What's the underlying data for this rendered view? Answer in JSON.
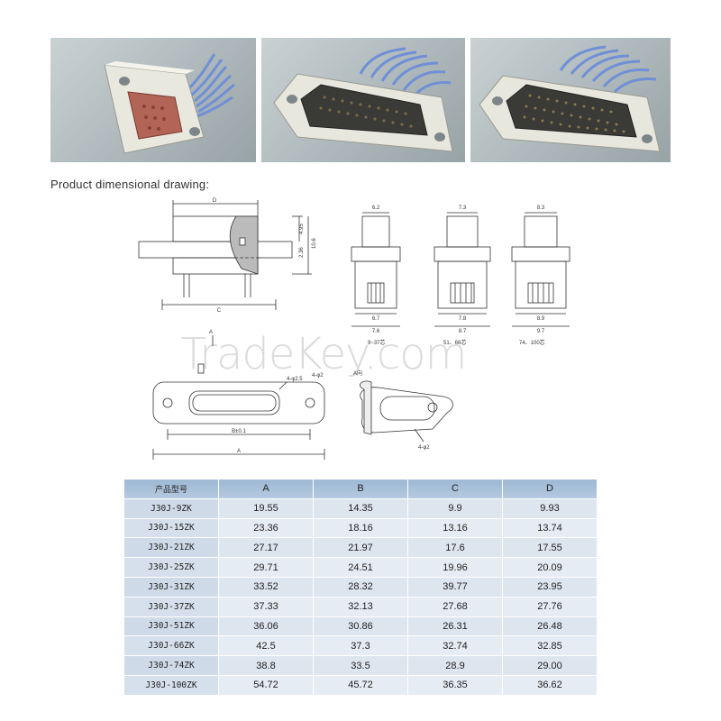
{
  "section_heading": "Product dimensional drawing:",
  "watermark": "TradeKey.com",
  "drawing_labels": {
    "top_d": "D",
    "dim_a_top": "4.95",
    "dim_a_height": "10.6",
    "dim_a_low": "2.36",
    "top_c": "C",
    "v1_top": "6.2",
    "v1_mid": "6.7",
    "v1_bot": "7.6",
    "v2_top": "7.3",
    "v2_mid": "7.8",
    "v2_bot": "8.7",
    "v3_top": "8.3",
    "v3_mid": "8.9",
    "v3_bot": "9.7",
    "note_1": "9~37芯",
    "note_2": "51、66芯",
    "note_3": "74、100芯",
    "view_a": "A",
    "view_a_dir": "A向",
    "hole_note_1": "4-φ2.5",
    "hole_note_2": "4-φ2",
    "hole_note_3": "4-φ2",
    "dim_b": "B±0.1",
    "dim_a_bottom": "A"
  },
  "table": {
    "headers": [
      "产品型号",
      "A",
      "B",
      "C",
      "D"
    ],
    "rows": [
      [
        "J30J-9ZK",
        "19.55",
        "14.35",
        "9.9",
        "9.93"
      ],
      [
        "J30J-15ZK",
        "23.36",
        "18.16",
        "13.16",
        "13.74"
      ],
      [
        "J30J-21ZK",
        "27.17",
        "21.97",
        "17.6",
        "17.55"
      ],
      [
        "J30J-25ZK",
        "29.71",
        "24.51",
        "19.96",
        "20.09"
      ],
      [
        "J30J-31ZK",
        "33.52",
        "28.32",
        "39.77",
        "23.95"
      ],
      [
        "J30J-37ZK",
        "37.33",
        "32.13",
        "27.68",
        "27.76"
      ],
      [
        "J30J-51ZK",
        "36.06",
        "30.86",
        "26.31",
        "26.48"
      ],
      [
        "J30J-66ZK",
        "42.5",
        "37.3",
        "32.74",
        "32.85"
      ],
      [
        "J30J-74ZK",
        "38.8",
        "33.5",
        "28.9",
        "29.00"
      ],
      [
        "J30J-100ZK",
        "54.72",
        "45.72",
        "36.35",
        "36.62"
      ]
    ]
  }
}
